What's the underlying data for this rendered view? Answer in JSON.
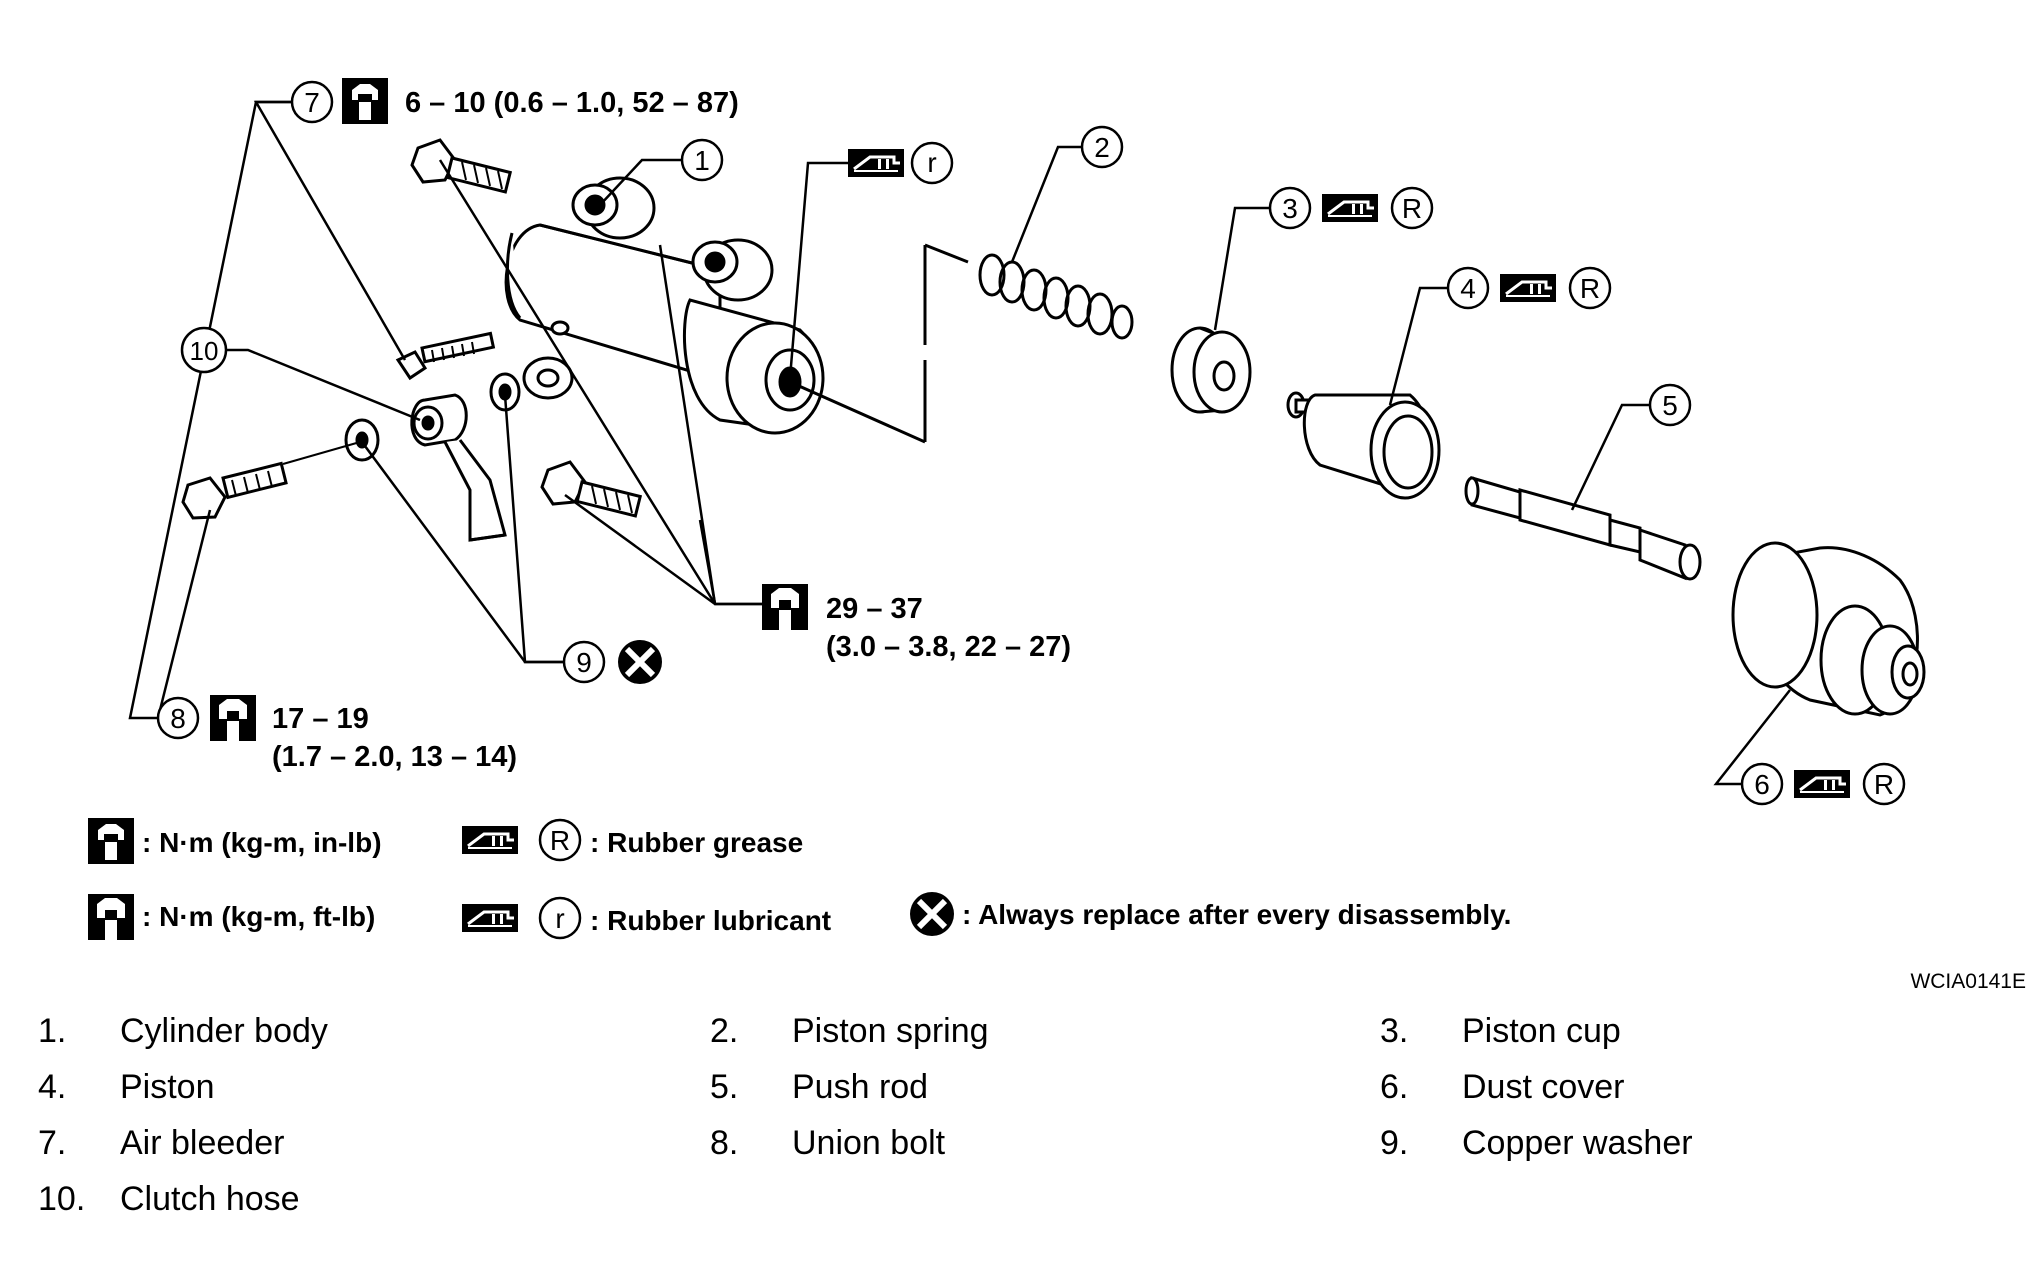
{
  "callouts": {
    "c1": "1",
    "c2": "2",
    "c3": "3",
    "c4": "4",
    "c5": "5",
    "c6": "6",
    "c7": "7",
    "c8": "8",
    "c9": "9",
    "c10": "10"
  },
  "torque": {
    "air_bleeder": "6 – 10 (0.6 – 1.0, 52 – 87)",
    "body_bolt_line1": "29 – 37",
    "body_bolt_line2": "(3.0 – 3.8, 22 – 27)",
    "union_bolt_line1": "17 – 19",
    "union_bolt_line2": "(1.7 – 2.0, 13 – 14)"
  },
  "symbols": {
    "rubber_lubricant_letter": "r",
    "rubber_grease_letter": "R"
  },
  "legend": {
    "torque_in_lb": ": N·m (kg-m, in-lb)",
    "torque_ft_lb": ": N·m (kg-m, ft-lb)",
    "rubber_grease": ": Rubber grease",
    "rubber_lubricant": ": Rubber lubricant",
    "always_replace": ": Always replace after every disassembly."
  },
  "figure_code": "WCIA0141E",
  "parts": [
    {
      "num": "1.",
      "name": "Cylinder body"
    },
    {
      "num": "2.",
      "name": "Piston spring"
    },
    {
      "num": "3.",
      "name": "Piston cup"
    },
    {
      "num": "4.",
      "name": "Piston"
    },
    {
      "num": "5.",
      "name": "Push rod"
    },
    {
      "num": "6.",
      "name": "Dust cover"
    },
    {
      "num": "7.",
      "name": "Air bleeder"
    },
    {
      "num": "8.",
      "name": "Union bolt"
    },
    {
      "num": "9.",
      "name": "Copper washer"
    },
    {
      "num": "10.",
      "name": "Clutch hose"
    }
  ]
}
